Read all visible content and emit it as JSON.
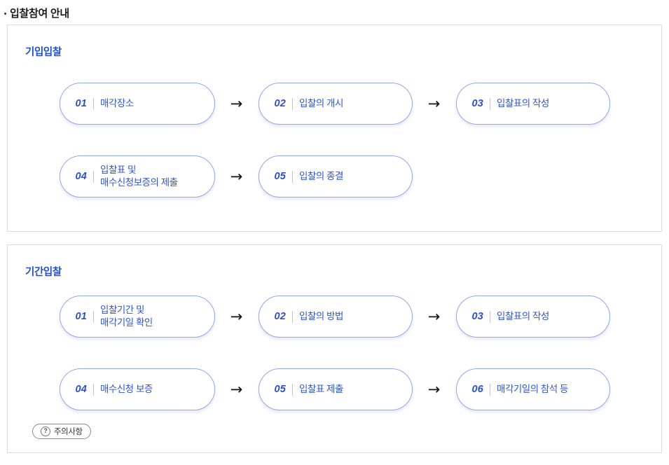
{
  "page": {
    "title": "입찰참여 안내",
    "bullet_icon": "bullet-dot-icon"
  },
  "sections": [
    {
      "heading": "기입입찰",
      "rows": [
        {
          "steps": [
            {
              "num": "01",
              "label": "매각장소"
            },
            {
              "num": "02",
              "label": "입찰의 개시"
            },
            {
              "num": "03",
              "label": "입찰표의 작성"
            }
          ],
          "arrow": "→"
        },
        {
          "steps": [
            {
              "num": "04",
              "label_line1": "입찰표 및",
              "label_line2": "매수신청보증의 제출"
            },
            {
              "num": "05",
              "label": "입찰의 종결"
            }
          ],
          "arrow": "→"
        }
      ]
    },
    {
      "heading": "기간입찰",
      "rows": [
        {
          "steps": [
            {
              "num": "01",
              "label_line1": "입찰기간 및",
              "label_line2": "매각기일 확인"
            },
            {
              "num": "02",
              "label": "입찰의 방법"
            },
            {
              "num": "03",
              "label": "입찰표의 작성"
            }
          ],
          "arrow": "→"
        },
        {
          "steps": [
            {
              "num": "04",
              "label": "매수신청 보증"
            },
            {
              "num": "05",
              "label": "입찰표 제출"
            },
            {
              "num": "06",
              "label": "매각기일의 참석 등"
            }
          ],
          "arrow": "→"
        }
      ],
      "notice_button": {
        "icon": "question-mark-icon",
        "icon_glyph": "?",
        "label": "주의사항"
      }
    }
  ],
  "colors": {
    "accent_blue": "#2a4fd6",
    "pill_border": "#91a8ec",
    "card_border": "#dddddd",
    "text_dark": "#1b1b1b"
  }
}
